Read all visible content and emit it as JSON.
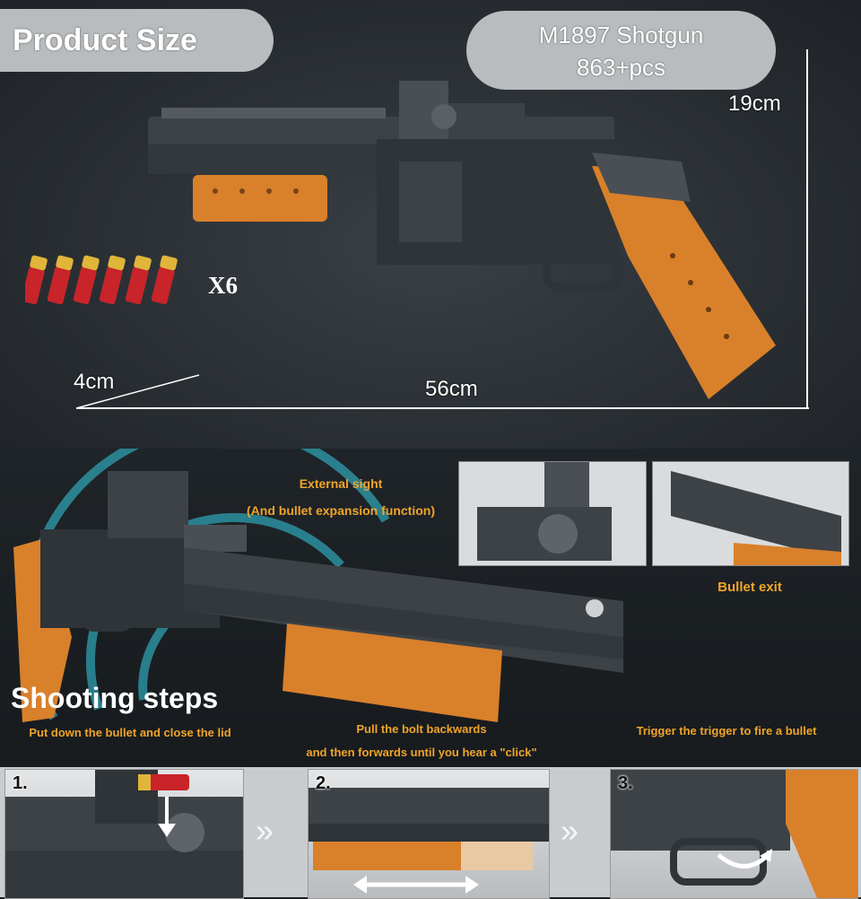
{
  "header": {
    "title": "Product Size",
    "model": "M1897 Shotgun",
    "pieces": "863+pcs"
  },
  "dimensions": {
    "height": "19cm",
    "length": "56cm",
    "width": "4cm"
  },
  "ammo": {
    "count_label": "X6",
    "shells": 6
  },
  "features": {
    "sight_line1": "External sight",
    "sight_line2": "(And bullet expansion function)",
    "bullet_exit": "Bullet exit"
  },
  "shooting": {
    "title": "Shooting steps",
    "steps": [
      {
        "number": "1.",
        "caption": "Put down the bullet and close the lid"
      },
      {
        "number": "2.",
        "caption_line1": "Pull the bolt backwards",
        "caption_line2": "and then forwards until you hear a \"click\""
      },
      {
        "number": "3.",
        "caption": "Trigger the trigger to fire a bullet"
      }
    ]
  },
  "colors": {
    "accent": "#f0a429",
    "orange_part": "#d9802a",
    "dark_part": "#3d4247",
    "shell_red": "#c8242a",
    "shell_brass": "#e0b53a",
    "ring": "#2e9fb0"
  }
}
